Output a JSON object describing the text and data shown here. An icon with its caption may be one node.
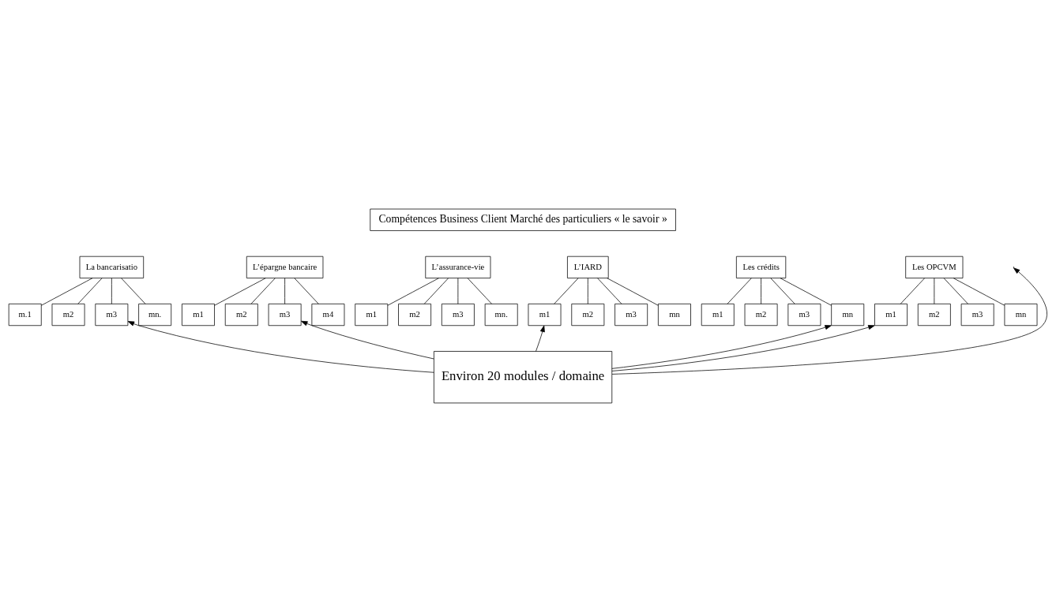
{
  "diagram": {
    "nodes": [
      {
        "text": [
          "Compétences Business Client Marché des particuliers « le savoir »"
        ]
      },
      {
        "text": [
          "La bancarisatio"
        ]
      },
      {
        "text": [
          "m.1"
        ]
      },
      {
        "text": [
          "m2"
        ]
      },
      {
        "text": [
          "m3"
        ]
      },
      {
        "text": [
          "mn."
        ]
      },
      {
        "text": [
          "L’épargne bancaire"
        ]
      },
      {
        "text": [
          "m1"
        ]
      },
      {
        "text": [
          "m2"
        ]
      },
      {
        "text": [
          "m3"
        ]
      },
      {
        "text": [
          "m4"
        ]
      },
      {
        "text": [
          "L’assurance-vie"
        ]
      },
      {
        "text": [
          "m1"
        ]
      },
      {
        "text": [
          "m2"
        ]
      },
      {
        "text": [
          "m3"
        ]
      },
      {
        "text": [
          "mn."
        ]
      },
      {
        "text": [
          "L’IARD"
        ]
      },
      {
        "text": [
          "m1"
        ]
      },
      {
        "text": [
          "m2"
        ]
      },
      {
        "text": [
          "m3"
        ]
      },
      {
        "text": [
          "mn"
        ]
      },
      {
        "text": [
          "Les crédits"
        ]
      },
      {
        "text": [
          "m1"
        ]
      },
      {
        "text": [
          "m2"
        ]
      },
      {
        "text": [
          "m3"
        ]
      },
      {
        "text": [
          "mn"
        ]
      },
      {
        "text": [
          "Environ 20 modules / domaine"
        ]
      },
      {
        "text": [
          "Les OPCVM"
        ]
      },
      {
        "text": [
          "m1"
        ]
      },
      {
        "text": [
          "m2"
        ]
      },
      {
        "text": [
          "m3"
        ]
      },
      {
        "text": [
          "mn"
        ]
      }
    ],
    "edges": [
      {
        "from": 1,
        "to": 2,
        "arrow": "none"
      },
      {
        "from": 1,
        "to": 3,
        "arrow": "none"
      },
      {
        "from": 1,
        "to": 4,
        "arrow": "none"
      },
      {
        "from": 1,
        "to": 5,
        "arrow": "none"
      },
      {
        "from": 6,
        "to": 7,
        "arrow": "none"
      },
      {
        "from": 6,
        "to": 8,
        "arrow": "none"
      },
      {
        "from": 6,
        "to": 9,
        "arrow": "none"
      },
      {
        "from": 6,
        "to": 10,
        "arrow": "none"
      },
      {
        "from": 11,
        "to": 12,
        "arrow": "none"
      },
      {
        "from": 11,
        "to": 13,
        "arrow": "none"
      },
      {
        "from": 11,
        "to": 14,
        "arrow": "none"
      },
      {
        "from": 11,
        "to": 15,
        "arrow": "none"
      },
      {
        "from": 16,
        "to": 17,
        "arrow": "none"
      },
      {
        "from": 16,
        "to": 18,
        "arrow": "none"
      },
      {
        "from": 16,
        "to": 19,
        "arrow": "none"
      },
      {
        "from": 16,
        "to": 20,
        "arrow": "none"
      },
      {
        "from": 21,
        "to": 22,
        "arrow": "none"
      },
      {
        "from": 21,
        "to": 23,
        "arrow": "none"
      },
      {
        "from": 21,
        "to": 24,
        "arrow": "none"
      },
      {
        "from": 21,
        "to": 25,
        "arrow": "none"
      },
      {
        "from": 27,
        "to": 28,
        "arrow": "none"
      },
      {
        "from": 27,
        "to": 29,
        "arrow": "none"
      },
      {
        "from": 27,
        "to": 30,
        "arrow": "none"
      },
      {
        "from": 27,
        "to": 31,
        "arrow": "none"
      },
      {
        "from": 26,
        "to": 4,
        "arrow": "to"
      },
      {
        "from": 26,
        "to": 9,
        "arrow": "to"
      },
      {
        "from": 26,
        "to": null,
        "arrow": "to"
      },
      {
        "from": 26,
        "to": 17,
        "arrow": "to"
      },
      {
        "from": 26,
        "to": 25,
        "arrow": "to"
      },
      {
        "from": 26,
        "to": 28,
        "arrow": "to"
      }
    ]
  }
}
